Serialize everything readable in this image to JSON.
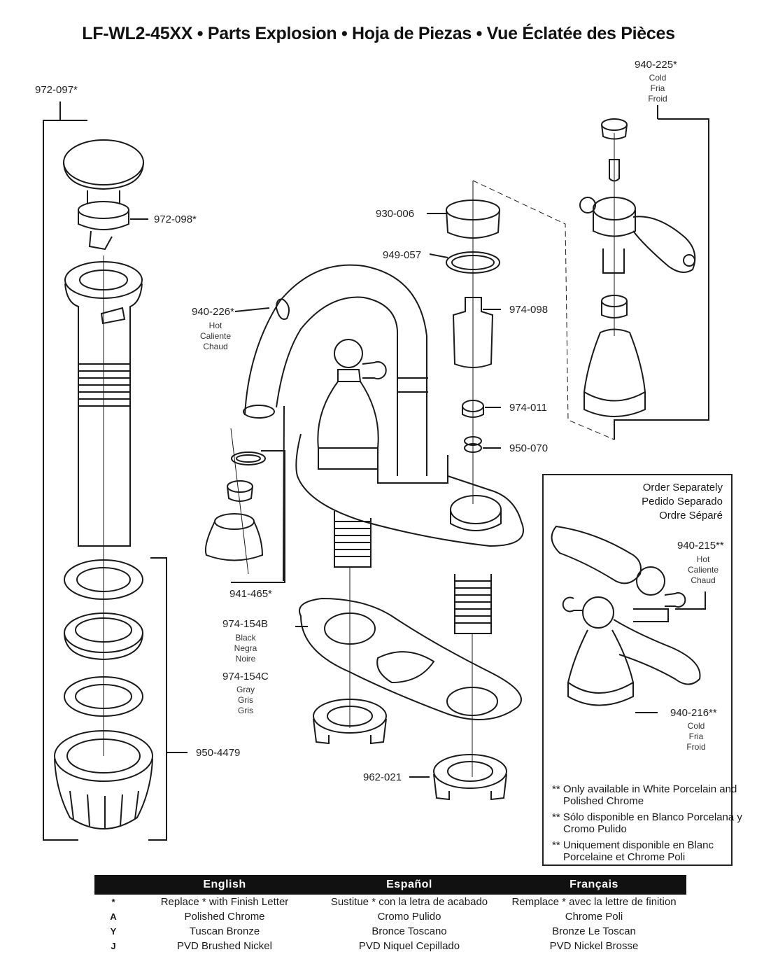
{
  "title": "LF-WL2-45XX • Parts Explosion • Hoja de Piezas • Vue Éclatée des Pièces",
  "parts": {
    "p972_097": "972-097*",
    "p972_098": "972-098*",
    "p940_225": {
      "code": "940-225*",
      "l1": "Cold",
      "l2": "Fria",
      "l3": "Froid"
    },
    "p930_006": "930-006",
    "p949_057": "949-057",
    "p940_226": {
      "code": "940-226*",
      "l1": "Hot",
      "l2": "Caliente",
      "l3": "Chaud"
    },
    "p974_098": "974-098",
    "p974_011": "974-011",
    "p950_070": "950-070",
    "p941_465": "941-465*",
    "p974_154B": {
      "code": "974-154B",
      "l1": "Black",
      "l2": "Negra",
      "l3": "Noire"
    },
    "p974_154C": {
      "code": "974-154C",
      "l1": "Gray",
      "l2": "Gris",
      "l3": "Gris"
    },
    "p950_4479": "950-4479",
    "p962_021": "962-021",
    "p940_215": {
      "code": "940-215**",
      "l1": "Hot",
      "l2": "Caliente",
      "l3": "Chaud"
    },
    "p940_216": {
      "code": "940-216**",
      "l1": "Cold",
      "l2": "Fria",
      "l3": "Froid"
    }
  },
  "order_separately": {
    "line1": "Order Separately",
    "line2": "Pedido Separado",
    "line3": "Ordre Séparé",
    "note1": "** Only available in White Porcelain and Polished Chrome",
    "note2": "** Sólo disponible en Blanco Porcelana y Cromo Pulido",
    "note3": "** Uniquement disponible en Blanc Porcelaine et Chrome Poli"
  },
  "legend": {
    "headers": [
      "English",
      "Español",
      "Français"
    ],
    "rows": [
      {
        "key": "*",
        "en": "Replace * with Finish Letter",
        "es": "Sustitue * con la letra de acabado",
        "fr": "Remplace * avec la lettre de finition"
      },
      {
        "key": "A",
        "en": "Polished Chrome",
        "es": "Cromo Pulido",
        "fr": "Chrome Poli"
      },
      {
        "key": "Y",
        "en": "Tuscan Bronze",
        "es": "Bronce Toscano",
        "fr": "Bronze Le Toscan"
      },
      {
        "key": "J",
        "en": "PVD Brushed Nickel",
        "es": "PVD Niquel Cepillado",
        "fr": "PVD Nickel Brosse"
      }
    ]
  },
  "colors": {
    "line": "#1a1a1a",
    "legend_bg": "#111111",
    "paper": "#ffffff"
  }
}
